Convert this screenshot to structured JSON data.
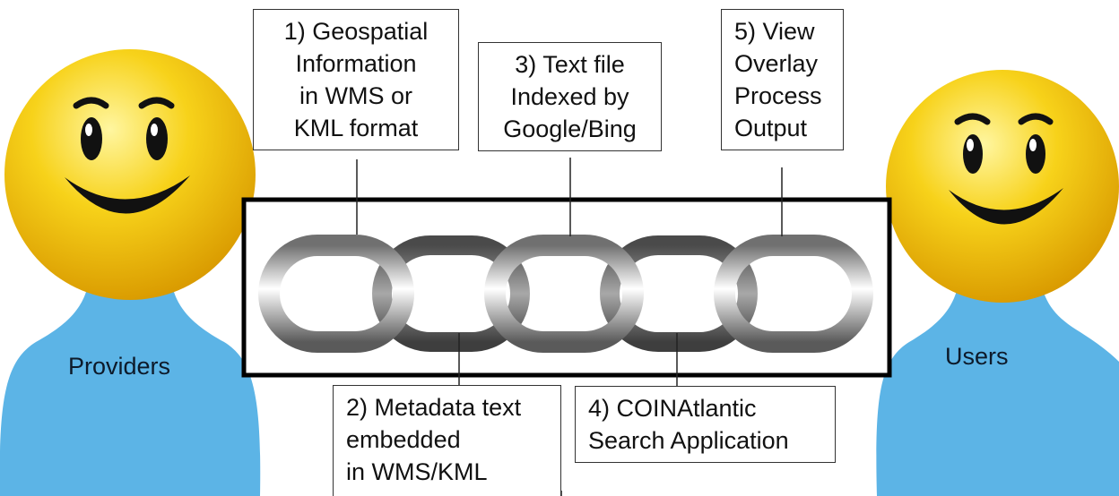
{
  "providers": {
    "label": "Providers"
  },
  "users": {
    "label": "Users"
  },
  "steps": [
    {
      "lines": [
        "1) Geospatial",
        "Information",
        "in WMS or",
        "KML format"
      ]
    },
    {
      "lines": [
        "2) Metadata text",
        "embedded",
        "in WMS/KML"
      ]
    },
    {
      "lines": [
        "3) Text file",
        "Indexed by",
        "Google/Bing"
      ]
    },
    {
      "lines": [
        "4) COINAtlantic",
        "Search Application"
      ]
    },
    {
      "lines": [
        "5) View",
        "Overlay",
        "Process",
        "Output"
      ]
    }
  ],
  "colors": {
    "face": "#f5cc12",
    "body": "#5cb4e6",
    "chain": "#9a9a9a",
    "frame": "#000000"
  }
}
